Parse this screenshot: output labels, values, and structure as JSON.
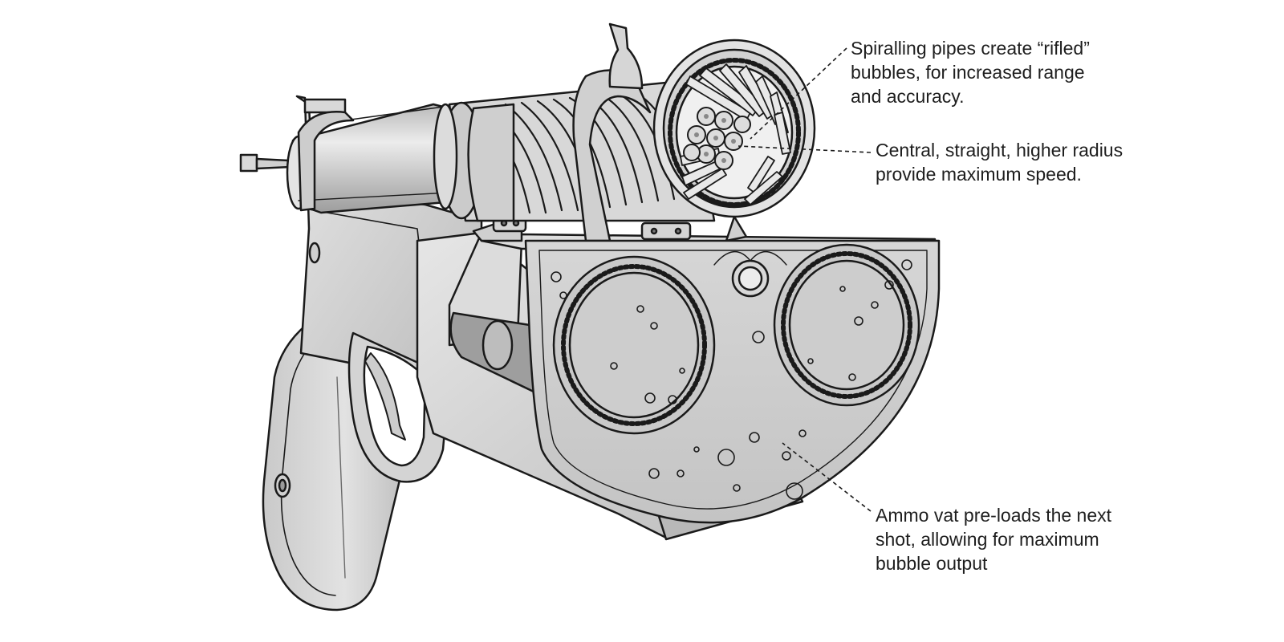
{
  "callouts": [
    {
      "lines": [
        "Spiralling pipes create “rifled”",
        "bubbles, for increased range",
        "and accuracy."
      ]
    },
    {
      "lines": [
        "Central, straight, higher radius",
        "provide maximum speed."
      ]
    },
    {
      "lines": [
        "Ammo vat pre-loads the next",
        "shot, allowing for maximum",
        "bubble output"
      ]
    }
  ],
  "colors": {
    "outline": "#1a1a1a",
    "body_fill": "#d2d2d2",
    "body_dark": "#a9a9a9",
    "body_light": "#e9e9e9",
    "vat_fill": "#c6c6c6",
    "text": "#1e1e1e"
  },
  "icons": [
    "bubble-gun-illustration"
  ]
}
